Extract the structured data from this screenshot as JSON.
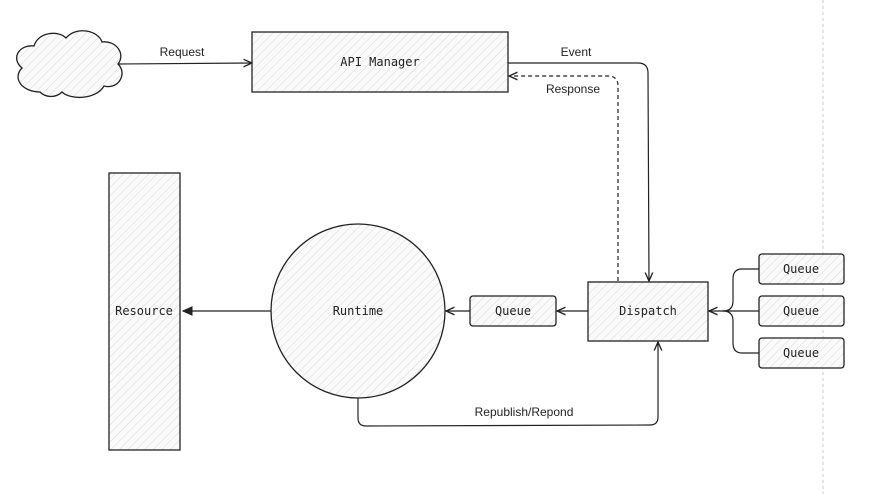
{
  "nodes": {
    "api_manager": "API Manager",
    "resource": "Resource",
    "runtime": "Runtime",
    "queue_mid": "Queue",
    "dispatch": "Dispatch",
    "queue_top": "Queue",
    "queue_middle_right": "Queue",
    "queue_bottom": "Queue"
  },
  "edges": {
    "request": "Request",
    "event": "Event",
    "response": "Response",
    "republish": "Republish/Repond"
  }
}
